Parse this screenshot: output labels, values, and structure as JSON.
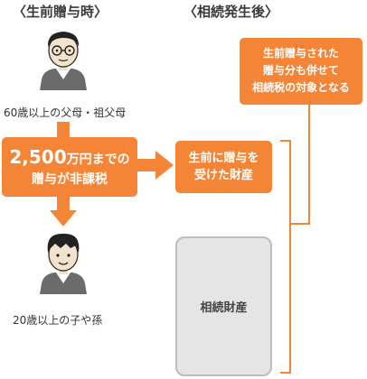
{
  "diagram": {
    "left_section_title": "〈生前贈与時〉",
    "right_section_title": "〈相続発生後〉",
    "giver_caption": "60歳以上の父母・祖父母",
    "receiver_caption": "20歳以上の子や孫",
    "gift_box": {
      "amount": "2,500",
      "amount_suffix": "万円までの",
      "line2": "贈与が非課税"
    },
    "received_assets_box": {
      "line1": "生前に贈与を",
      "line2": "受けた財産"
    },
    "combined_note_box": {
      "line1": "生前贈与された",
      "line2": "贈与分も併せて",
      "line3": "相続税の対象となる"
    },
    "inherited_assets_label": "相続財産",
    "colors": {
      "accent_orange": "#f58536",
      "gray_box_fill": "#e5e5e5",
      "gray_box_border": "#bdbdbd"
    }
  }
}
